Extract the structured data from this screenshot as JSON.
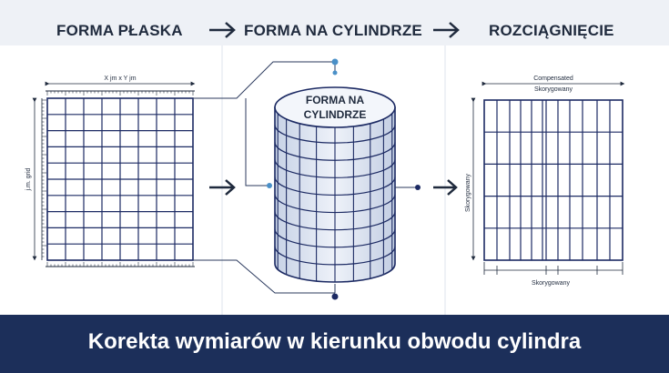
{
  "header": {
    "flat_title": "FORMA PŁASKA",
    "cylinder_title": "FORMA NA CYLINDRZE",
    "stretch_title": "ROZCIĄGNIĘCIE"
  },
  "flat": {
    "top_dimension": "X jm x Y jm",
    "side_dimension": "j.m. grid"
  },
  "cylinder": {
    "label_line1": "FORMA NA",
    "label_line2": "CYLINDRZE"
  },
  "stretch": {
    "top_dimension_line1": "Compensated",
    "top_dimension_line2": "Skorygowany",
    "side_dimension": "Skorygowany",
    "bottom_dimension": "Skorygowany"
  },
  "footer": {
    "caption": "Korekta wymiarów w kierunku obwodu cylindra"
  },
  "colors": {
    "grid_line": "#1c2a63",
    "accent_dot": "#4a90c8",
    "navy": "#1c2f5a",
    "cylinder_fill": "#dde5f2"
  }
}
